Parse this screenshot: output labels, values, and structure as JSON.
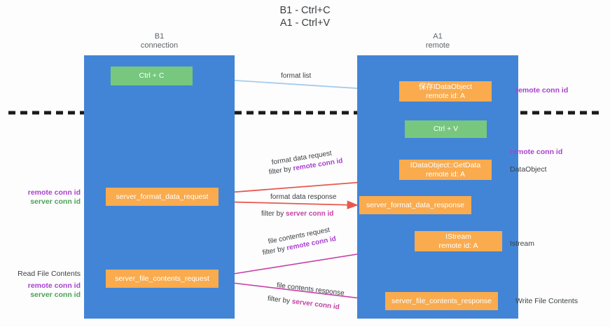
{
  "diagram": {
    "title_lines": [
      "B1 - Ctrl+C",
      "A1 - Ctrl+V"
    ],
    "lanes": [
      {
        "id": "b1",
        "name": "B1",
        "sub": "connection"
      },
      {
        "id": "a1",
        "name": "A1",
        "sub": "remote"
      }
    ],
    "nodes": [
      {
        "id": "ctrl-c",
        "line1": "Ctrl + C",
        "line2": "",
        "color": "green"
      },
      {
        "id": "save-idataobject",
        "line1": "保存IDataObject",
        "line2": "remote id: A",
        "color": "orange"
      },
      {
        "id": "ctrl-v",
        "line1": "Ctrl + V",
        "line2": "",
        "color": "green"
      },
      {
        "id": "idataobject-getdata",
        "line1": "IDataObject::GetData",
        "line2": "remote id: A",
        "color": "orange"
      },
      {
        "id": "server-format-data-request",
        "line1": "server_format_data_request",
        "line2": "",
        "color": "orange"
      },
      {
        "id": "server-format-data-response",
        "line1": "server_format_data_response",
        "line2": "",
        "color": "orange"
      },
      {
        "id": "istream",
        "line1": "IStream",
        "line2": "remote id: A",
        "color": "orange"
      },
      {
        "id": "server-file-contents-request",
        "line1": "server_file_contents_request",
        "line2": "",
        "color": "orange"
      },
      {
        "id": "server-file-contents-response",
        "line1": "server_file_contents_response",
        "line2": "",
        "color": "orange"
      }
    ],
    "right_annotations": [
      {
        "id": "remote-conn-id-top",
        "text": "remote conn id",
        "style": "purple"
      },
      {
        "id": "remote-conn-id-mid",
        "text": "remote conn id",
        "style": "purple"
      },
      {
        "id": "dataobject",
        "text": "DataObject",
        "style": "plain"
      },
      {
        "id": "istream-label",
        "text": "Istream",
        "style": "plain"
      },
      {
        "id": "write-file-contents",
        "text": "Write File Contents",
        "style": "plain"
      }
    ],
    "left_annotations": [
      {
        "id": "remote-conn-id-left-1",
        "text": "remote conn id",
        "style": "purple"
      },
      {
        "id": "server-conn-id-left-1",
        "text": "server conn id",
        "style": "green"
      },
      {
        "id": "read-file-contents",
        "text": "Read File Contents",
        "style": "plain"
      },
      {
        "id": "remote-conn-id-left-2",
        "text": "remote conn id",
        "style": "purple"
      },
      {
        "id": "server-conn-id-left-2",
        "text": "server conn id",
        "style": "green"
      }
    ],
    "edge_labels": {
      "format_list": "format list",
      "format_data_request": "format data request",
      "format_data_request_filter_prefix": "filter by ",
      "format_data_request_filter_value": "remote conn id",
      "format_data_response": "format data response",
      "format_data_response_filter_prefix": "filter by ",
      "format_data_response_filter_value": "server conn id",
      "file_contents_request": "file contents request",
      "file_contents_request_filter_prefix": "filter by ",
      "file_contents_request_filter_value": "remote conn id",
      "file_contents_response": "file contents response",
      "file_contents_response_filter_prefix": "filter by ",
      "file_contents_response_filter_value": "server conn id"
    },
    "colors": {
      "lane": "#4285d6",
      "green_node": "#77c77f",
      "orange_node": "#f9ab4e",
      "purple_text": "#a93fd1",
      "green_text": "#4aa256",
      "red_arrow": "#e8584f",
      "blue_arrow": "#a5ccee",
      "magenta_arrow": "#c740a8",
      "black_arrow": "#222222",
      "divider": "#1b1b1b"
    }
  }
}
